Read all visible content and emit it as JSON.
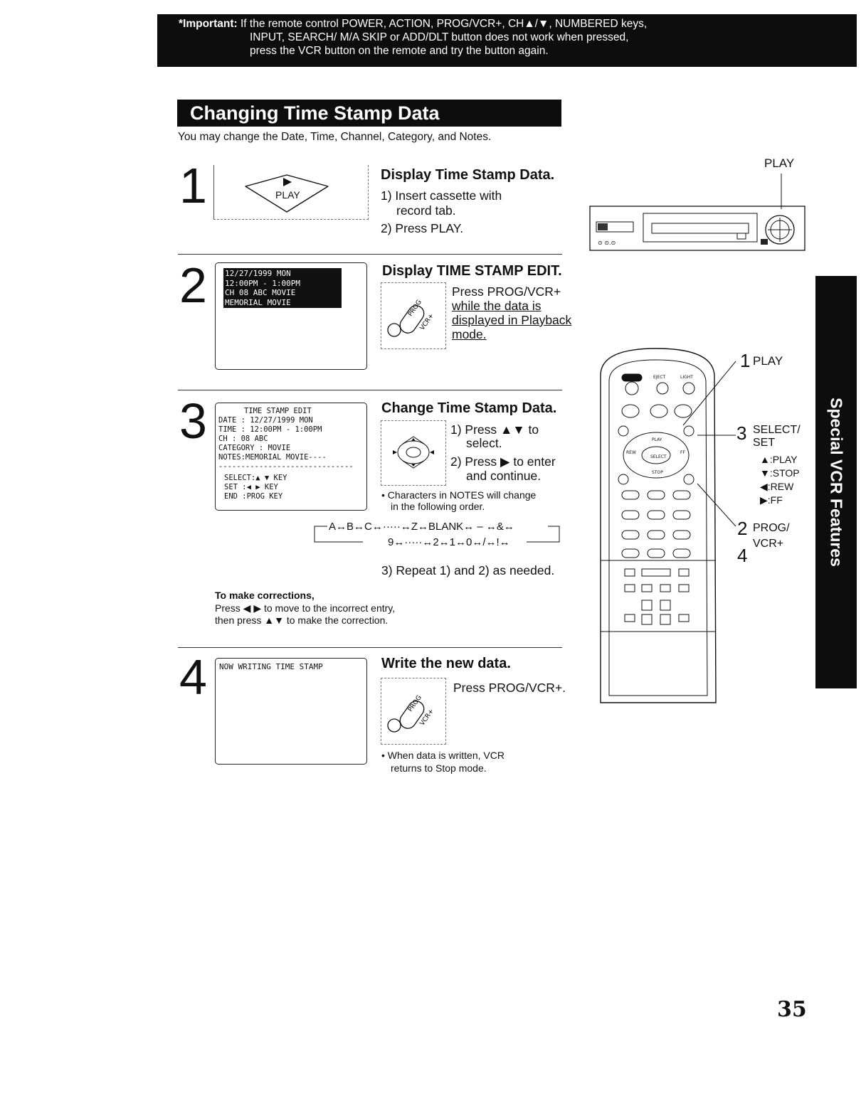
{
  "banner": {
    "label": "*Important:",
    "line1": "If the remote control POWER, ACTION, PROG/VCR+, CH▲/▼, NUMBERED keys,",
    "line2": "INPUT, SEARCH/ M/A SKIP or ADD/DLT button does not work when pressed,",
    "line3": "press the VCR button on the remote and try the button again."
  },
  "title": "Changing Time Stamp Data",
  "intro": "You may change the Date, Time, Channel, Category, and Notes.",
  "step1": {
    "num": "1",
    "button_label": "PLAY",
    "heading": "Display Time Stamp Data.",
    "line1": "1) Insert cassette with",
    "line2": "record tab.",
    "line3": "2) Press PLAY."
  },
  "vcr": {
    "play_label": "PLAY"
  },
  "step2": {
    "num": "2",
    "screen": [
      "12/27/1999 MON",
      "12:00PM -  1:00PM",
      "CH 08 ABC   MOVIE",
      "MEMORIAL MOVIE"
    ],
    "heading": "Display TIME STAMP EDIT.",
    "line1": "Press PROG/VCR+",
    "line2": "while the data is",
    "line3": "displayed in Playback",
    "line4": "mode."
  },
  "step3": {
    "num": "3",
    "screen_title": "TIME STAMP EDIT",
    "screen_lines": [
      "DATE  : 12/27/1999 MON",
      "TIME  : 12:00PM -  1:00PM",
      "CH    : 08 ABC",
      "CATEGORY : MOVIE",
      "NOTES:MEMORIAL MOVIE----",
      "------------------------------"
    ],
    "screen_keys": [
      "SELECT:▲ ▼ KEY",
      "SET    :◀ ▶ KEY",
      "END    :PROG KEY"
    ],
    "heading": "Change Time Stamp Data.",
    "sel1": "1) Press ▲▼ to",
    "sel2": "select.",
    "enter1": "2) Press ▶ to enter",
    "enter2": "and continue.",
    "note1": "• Characters in NOTES will change",
    "note2": "in the following order.",
    "seq1": "A↔B↔C↔·····↔Z↔BLANK↔ – ↔&↔",
    "seq2": "9↔·····↔2↔1↔0↔/↔!↔",
    "repeat": "3) Repeat 1) and 2) as needed.",
    "corr_title": "To make corrections,",
    "corr1": "Press ◀ ▶ to move to the incorrect entry,",
    "corr2": "then press ▲▼ to make the correction."
  },
  "step4": {
    "num": "4",
    "screen": "NOW WRITING TIME STAMP",
    "heading": "Write the new data.",
    "line1": "Press PROG/VCR+.",
    "note1": "• When data is written, VCR",
    "note2": "returns to Stop mode."
  },
  "remote_callouts": {
    "c1_num": "1",
    "c1_label": "PLAY",
    "c3_num": "3",
    "c3_l1": "SELECT/",
    "c3_l2": "SET",
    "k1": "▲:PLAY",
    "k2": "▼:STOP",
    "k3": "◀:REW",
    "k4": "▶:FF",
    "c2_num": "2",
    "c2_l1": "PROG/",
    "c4_num": "4",
    "c2_l2": "VCR+"
  },
  "side_tab": "Special VCR Features",
  "page_number": "35"
}
